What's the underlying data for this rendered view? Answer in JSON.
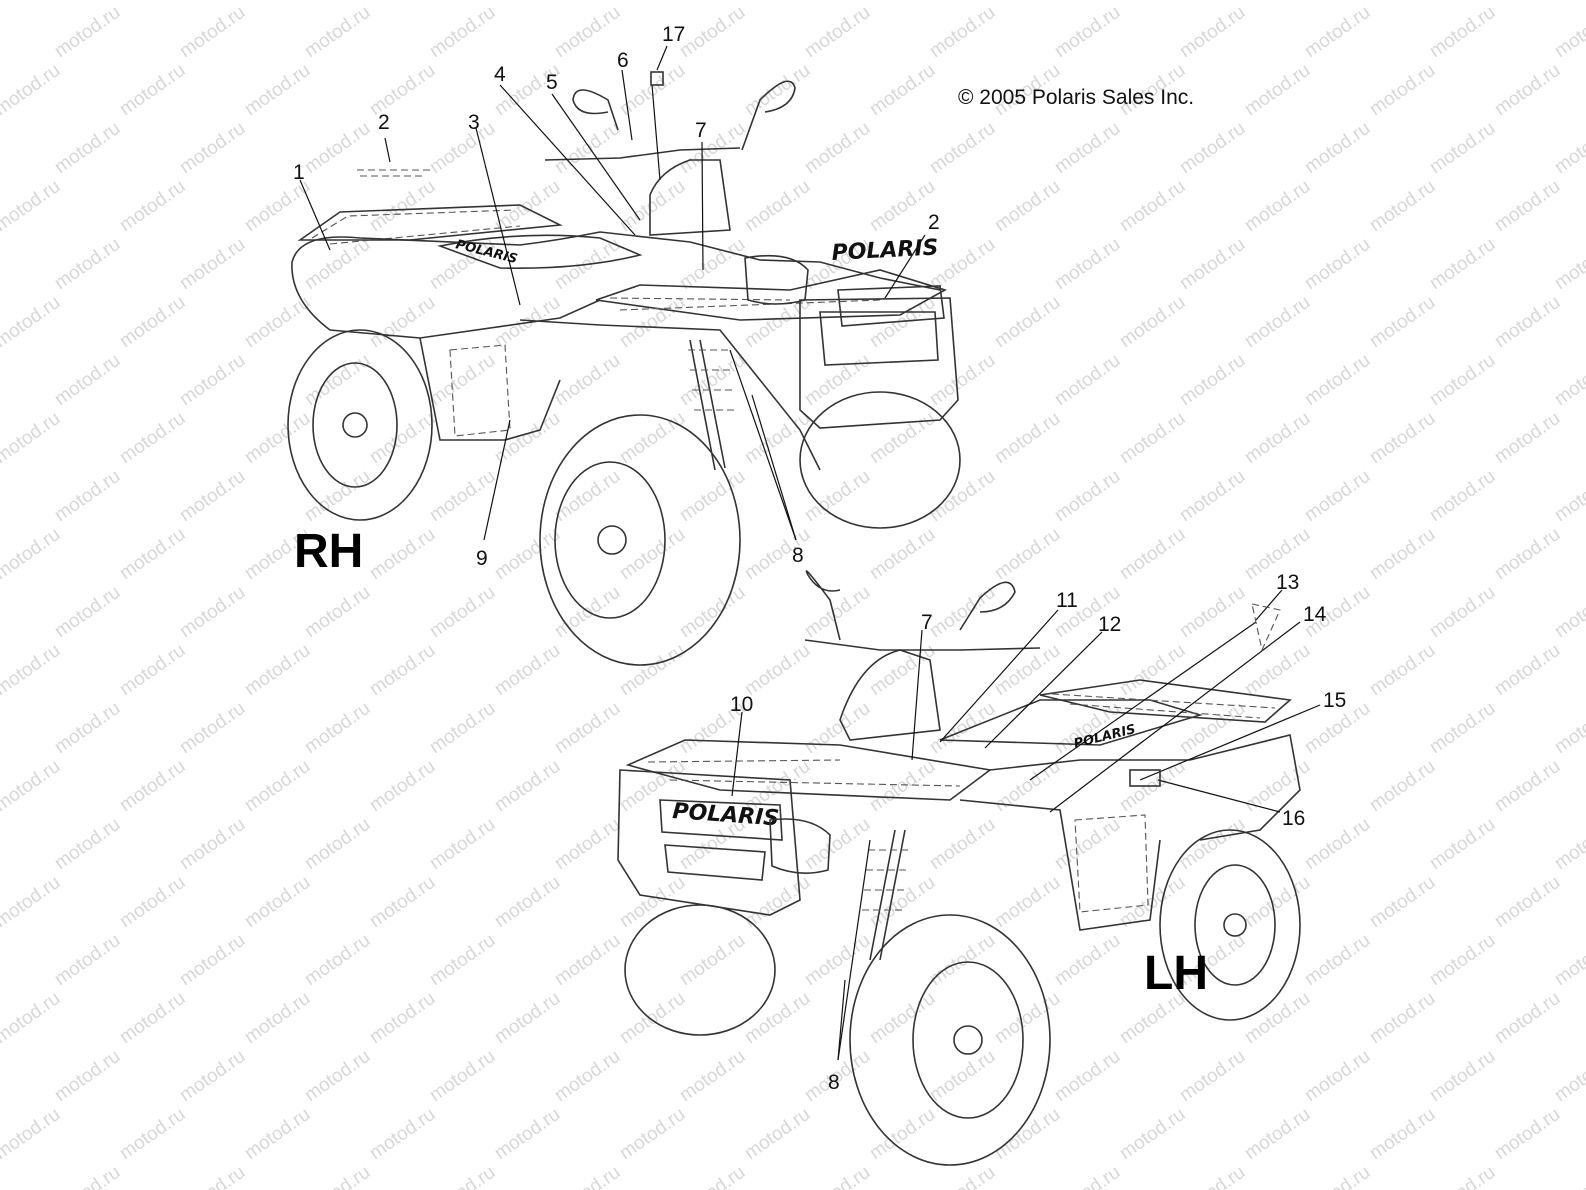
{
  "copyright": "© 2005 Polaris Sales Inc.",
  "watermark": "motod.ru",
  "views": {
    "rh": {
      "label": "RH",
      "logo_text": "POLARIS",
      "front_logo_text": "POLARIS"
    },
    "lh": {
      "label": "LH",
      "logo_text": "POLARIS",
      "front_logo_text": "POLARIS"
    }
  },
  "callouts": {
    "rh": [
      "1",
      "2",
      "3",
      "4",
      "5",
      "6",
      "17",
      "7",
      "2",
      "8",
      "9"
    ],
    "lh": [
      "7",
      "11",
      "12",
      "13",
      "14",
      "15",
      "16",
      "10",
      "8"
    ]
  }
}
